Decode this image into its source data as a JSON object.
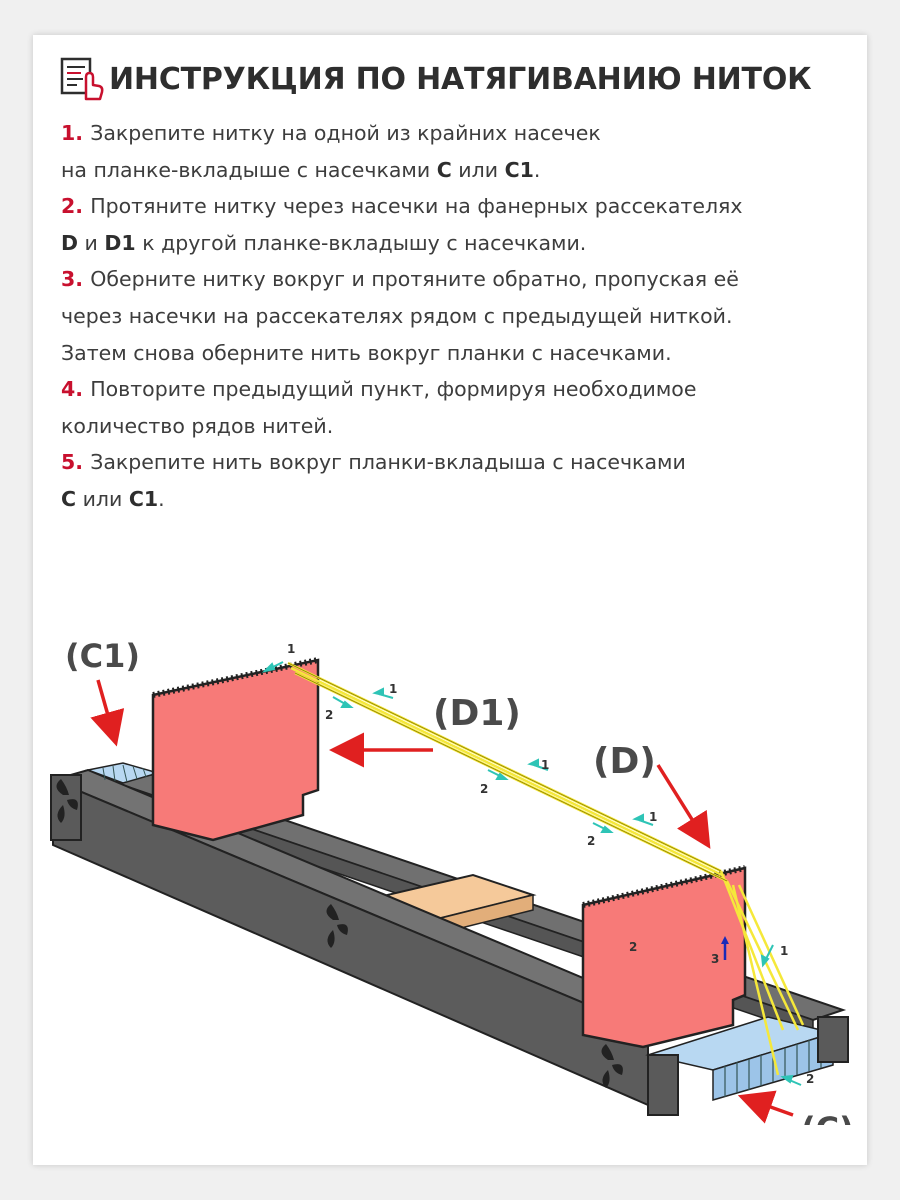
{
  "title": "ИНСТРУКЦИЯ ПО НАТЯГИВАНИЮ НИТОК",
  "icon": "instruction-hand-icon",
  "colors": {
    "accent": "#c8102e",
    "text": "#3d3d3d",
    "panel": "#f77a78",
    "frame": "#6b6b6b",
    "thread": "#f5e83a",
    "arrow_red": "#e02020",
    "arrow_cyan": "#2ec4b6"
  },
  "steps": [
    {
      "num": "1.",
      "lines": [
        [
          "Закрепите нитку на одной из крайних насечек"
        ],
        [
          "на планке-вкладыше с насечками ",
          {
            "b": "C"
          },
          " или ",
          {
            "b": "C1"
          },
          "."
        ]
      ]
    },
    {
      "num": "2.",
      "lines": [
        [
          "Протяните нитку через насечки на фанерных рассекателях"
        ],
        [
          {
            "b": "D"
          },
          " и ",
          {
            "b": "D1"
          },
          " к другой планке-вкладышу с насечками."
        ]
      ]
    },
    {
      "num": "3.",
      "lines": [
        [
          "Оберните нитку вокруг и протяните обратно, пропуская её"
        ],
        [
          "через насечки на рассекателях рядом с предыдущей ниткой."
        ],
        [
          "Затем снова оберните нить вокруг планки с насечками."
        ]
      ]
    },
    {
      "num": "4.",
      "lines": [
        [
          "Повторите предыдущий пункт, формируя необходимое"
        ],
        [
          "количество рядов нитей."
        ]
      ]
    },
    {
      "num": "5.",
      "lines": [
        [
          "Закрепите нить вокруг планки-вкладыша с насечками"
        ],
        [
          {
            "b": "C"
          },
          " или ",
          {
            "b": "C1"
          },
          "."
        ]
      ]
    }
  ],
  "diagram": {
    "labels": {
      "c1": "(C1)",
      "d1": "(D1)",
      "d": "(D)",
      "c": "(C)"
    },
    "step_markers": [
      "1",
      "2",
      "1",
      "2",
      "1",
      "2",
      "1",
      "2",
      "3",
      "1",
      "2"
    ]
  }
}
